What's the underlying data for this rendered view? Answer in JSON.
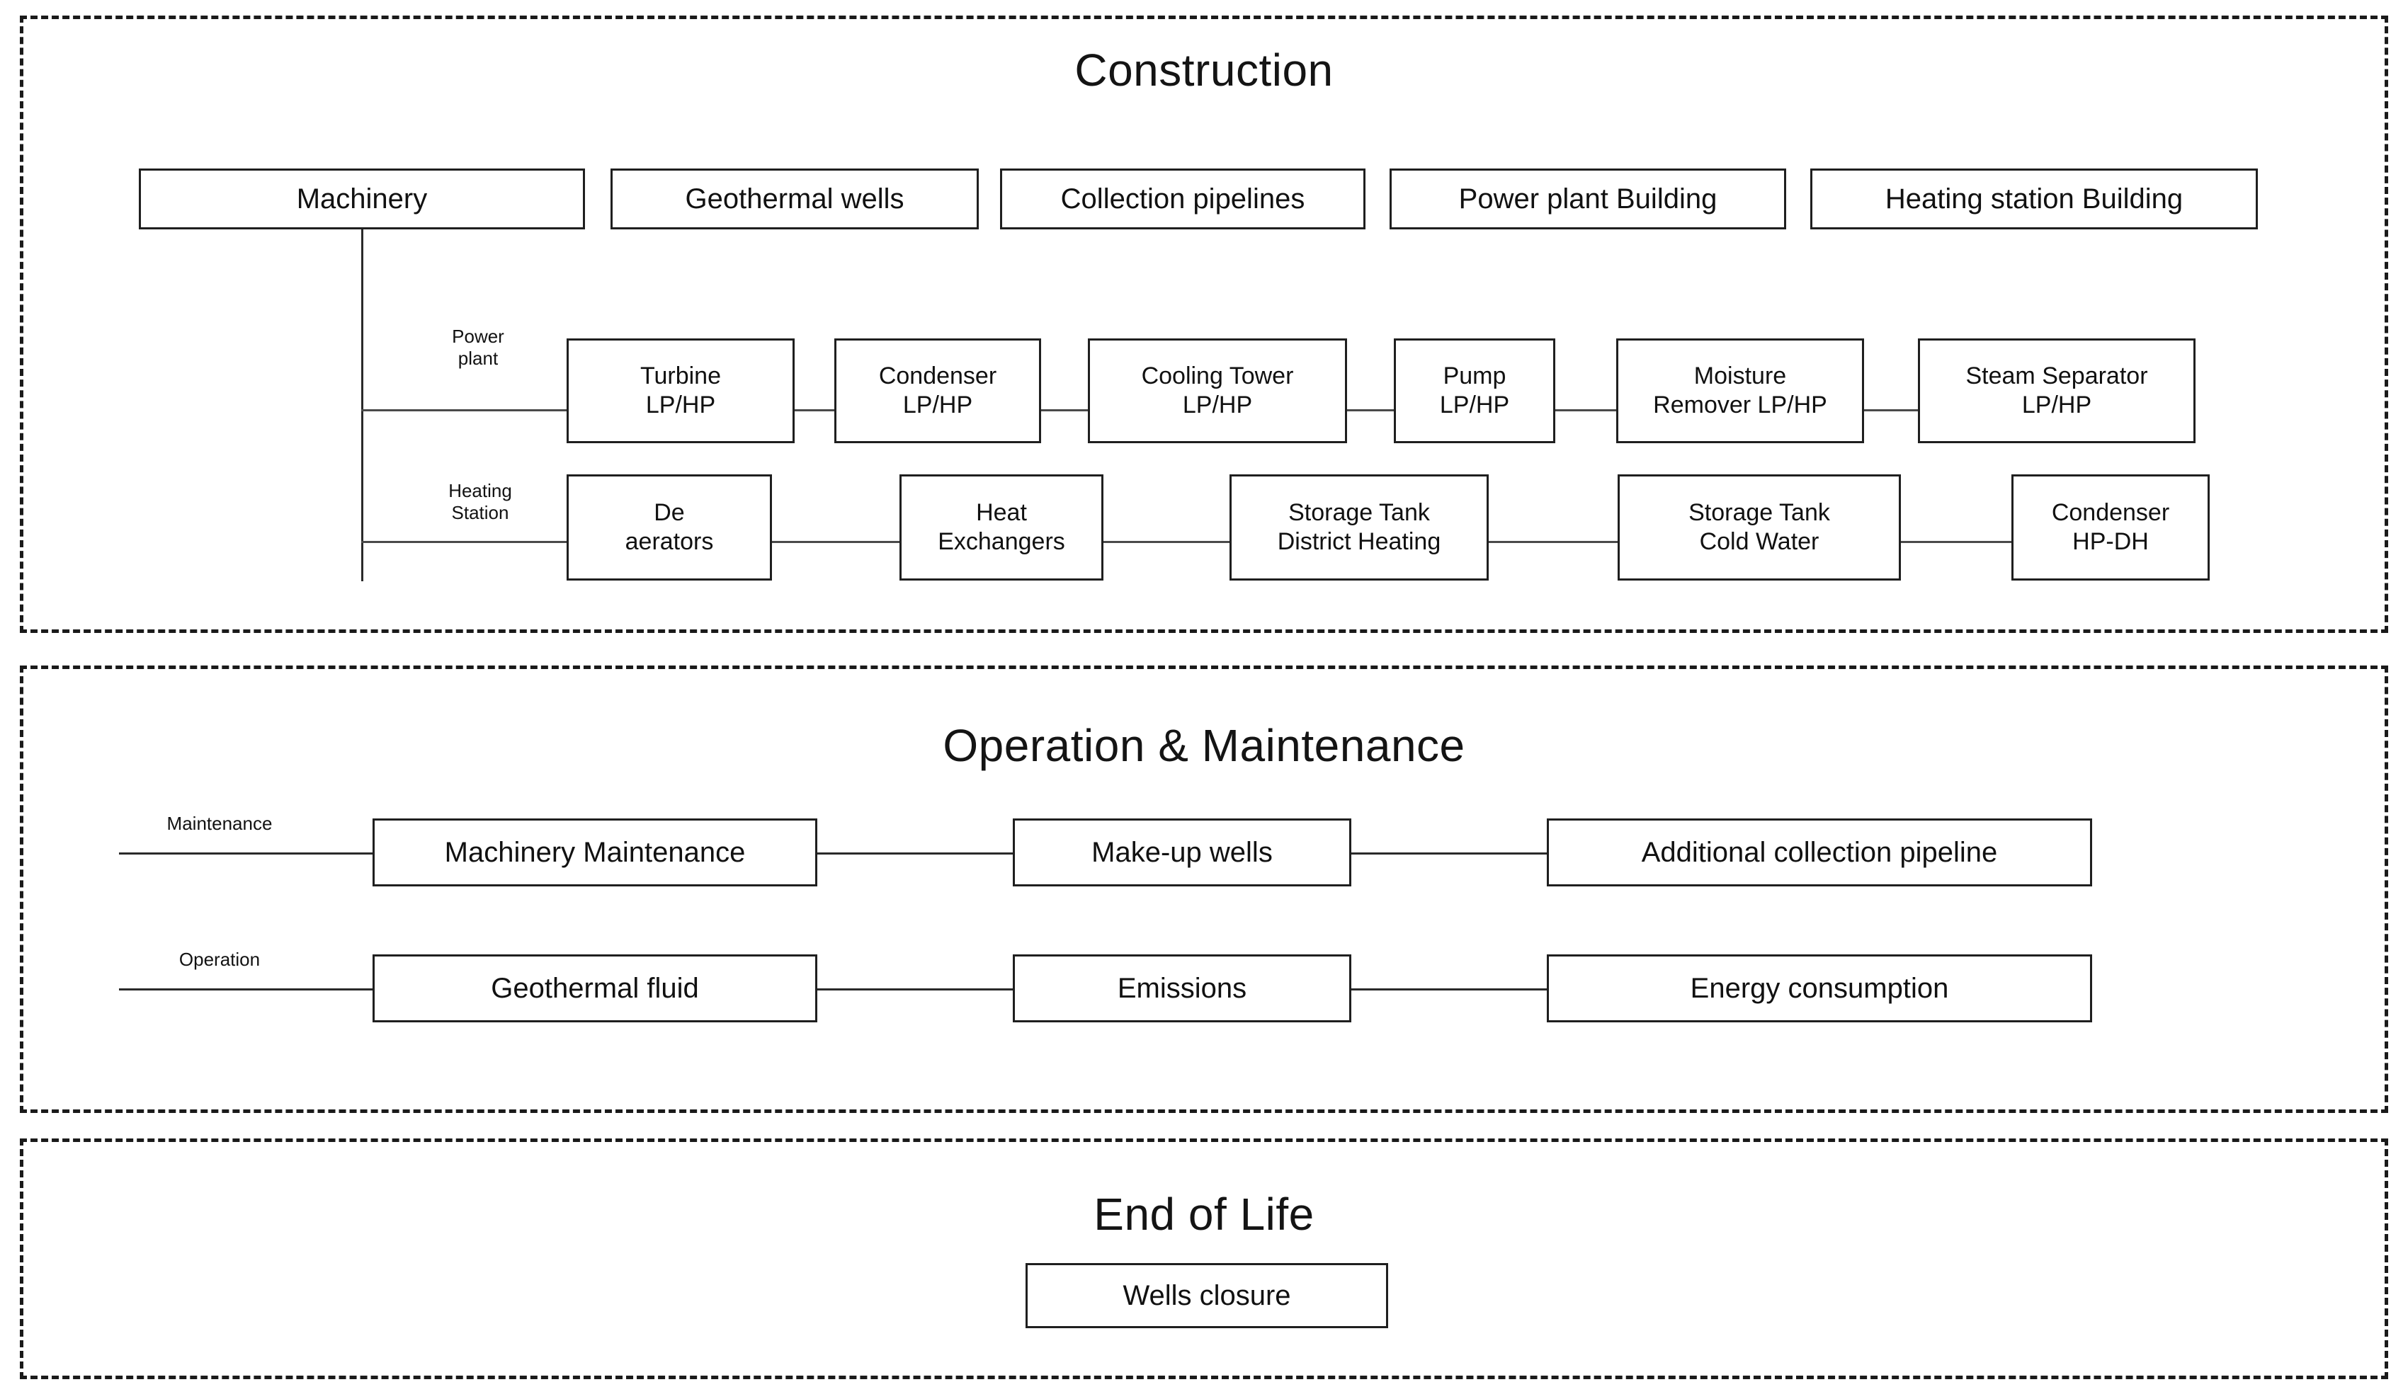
{
  "diagram": {
    "title_construction": "Construction",
    "title_operation": "Operation & Maintenance",
    "title_endoflife": "End of Life"
  },
  "construction": {
    "top_row": [
      {
        "label": "Machinery"
      },
      {
        "label": "Geothermal wells"
      },
      {
        "label": "Collection pipelines"
      },
      {
        "label": "Power plant Building"
      },
      {
        "label": "Heating station Building"
      }
    ],
    "power_plant": {
      "caption": "Power\nplant",
      "items": [
        {
          "label": "Turbine\nLP/HP"
        },
        {
          "label": "Condenser\nLP/HP"
        },
        {
          "label": "Cooling Tower\nLP/HP"
        },
        {
          "label": "Pump\nLP/HP"
        },
        {
          "label": "Moisture\nRemover  LP/HP"
        },
        {
          "label": "Steam Separator\nLP/HP"
        }
      ]
    },
    "heating_station": {
      "caption": "Heating\nStation",
      "items": [
        {
          "label": "De\naerators"
        },
        {
          "label": "Heat\nExchangers"
        },
        {
          "label": "Storage Tank\nDistrict Heating"
        },
        {
          "label": "Storage Tank\nCold Water"
        },
        {
          "label": "Condenser\nHP-DH"
        }
      ]
    }
  },
  "operation_maintenance": {
    "maintenance": {
      "caption": "Maintenance",
      "items": [
        {
          "label": "Machinery Maintenance"
        },
        {
          "label": "Make-up wells"
        },
        {
          "label": "Additional collection pipeline"
        }
      ]
    },
    "operation": {
      "caption": "Operation",
      "items": [
        {
          "label": "Geothermal fluid"
        },
        {
          "label": "Emissions"
        },
        {
          "label": "Energy consumption"
        }
      ]
    }
  },
  "end_of_life": {
    "items": [
      {
        "label": "Wells closure"
      }
    ]
  },
  "colors": {
    "panel_border": "#1a1a1a",
    "box_border": "#1f1f1f",
    "connector": "#4a4a4a",
    "text": "#111111",
    "background": "#ffffff"
  }
}
